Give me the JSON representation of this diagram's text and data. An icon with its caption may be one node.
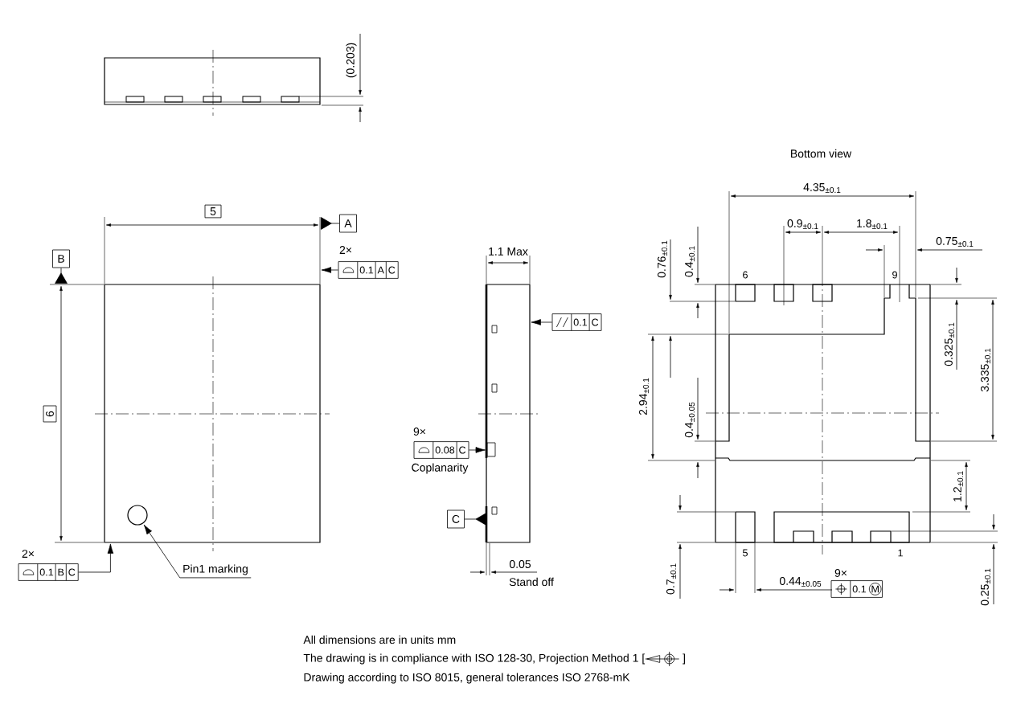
{
  "diagram": {
    "nodes": [
      {
        "text": [],
        "shape": "box"
      },
      {
        "text": [
          "Pin1 marking"
        ]
      },
      {
        "text": [],
        "shape": "circle",
        "in": 0
      },
      {
        "text": [
          "0.1",
          "A",
          "C"
        ],
        "beside": [
          "2×"
        ]
      },
      {
        "text": [
          "0.1",
          "B",
          "C"
        ],
        "beside": [
          "2×"
        ]
      },
      {
        "text": [
          "0.1",
          "C"
        ]
      },
      {
        "text": [
          "0.08",
          "C"
        ],
        "beside": [
          "9×",
          "Coplanarity"
        ]
      },
      {
        "text": [
          "0.1",
          "M"
        ],
        "beside": [
          "9×"
        ]
      },
      {
        "text": [
          "A"
        ]
      },
      {
        "text": [
          "B"
        ]
      },
      {
        "text": [
          "C"
        ]
      },
      {
        "text": [],
        "shape": "box"
      }
    ],
    "edges": [
      {
        "from": 1,
        "to": 2,
        "arrow": "to"
      },
      {
        "from": 3,
        "to": null,
        "arrow": "to"
      },
      {
        "from": 4,
        "to": 0,
        "arrow": "to"
      },
      {
        "from": 5,
        "to": 11,
        "arrow": "to"
      },
      {
        "from": 6,
        "to": 11,
        "arrow": "to"
      },
      {
        "from": 8,
        "to": null,
        "arrow": "other"
      },
      {
        "from": 9,
        "to": null,
        "arrow": "other"
      },
      {
        "from": 10,
        "to": 11,
        "arrow": "other"
      }
    ],
    "labels": [
      "(0.203)",
      "5",
      "6",
      "1.1 Max",
      "0.05",
      "Stand off",
      "Bottom view",
      "4.35$_{±0.1}$",
      "0.9$_{±0.1}$",
      "1.8$_{±0.1}$",
      "0.75$_{±0.1}$",
      "0.76$_{±0.1}$",
      "0.4$_{±0.1}$",
      "6",
      "9",
      "0.325$_{±0.1}$",
      "3.335$_{±0.1}$",
      "2.94$_{±0.1}$",
      "0.4$_{±0.05}$",
      "1.2$_{±0.1}$",
      "5",
      "1",
      "0.7$_{±0.1}$",
      "0.44$_{±0.05}$",
      "0.25$_{±0.1}$",
      "All dimensions are in units mm",
      "The drawing is in compliance with ISO 128-30, Projection Method 1 [",
      "]",
      "Drawing according to ISO 8015, general tolerances ISO 2768-mK"
    ]
  }
}
